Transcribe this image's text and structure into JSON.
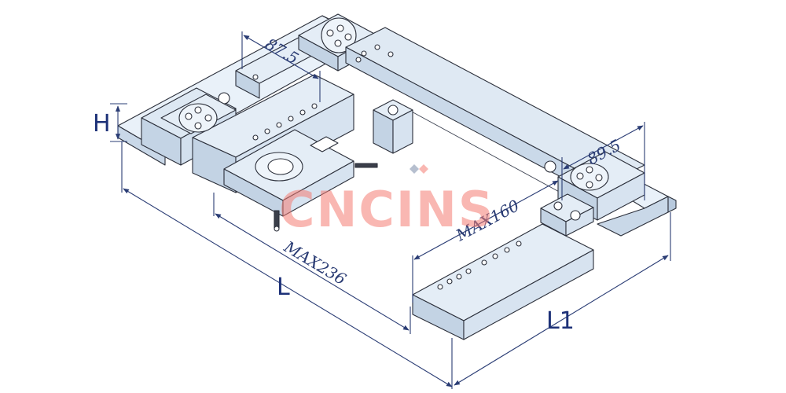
{
  "diagram": {
    "dimensions": {
      "width_top_left": "87.5",
      "width_right": "89.5",
      "height": "H",
      "length": "L",
      "length_right": "L1",
      "max_clamp_length": "MAX236",
      "max_inner": "MAX160"
    },
    "watermark": {
      "text": "CNCINS",
      "color_red": "#f47c72",
      "color_blue": "#7a8aa8"
    },
    "colors": {
      "plate_face": "#dfe9f3",
      "plate_top": "#eef4fa",
      "plate_side": "#c7d6e6",
      "outline": "#2b2f3a",
      "dimension_line": "#2a3c74"
    }
  }
}
